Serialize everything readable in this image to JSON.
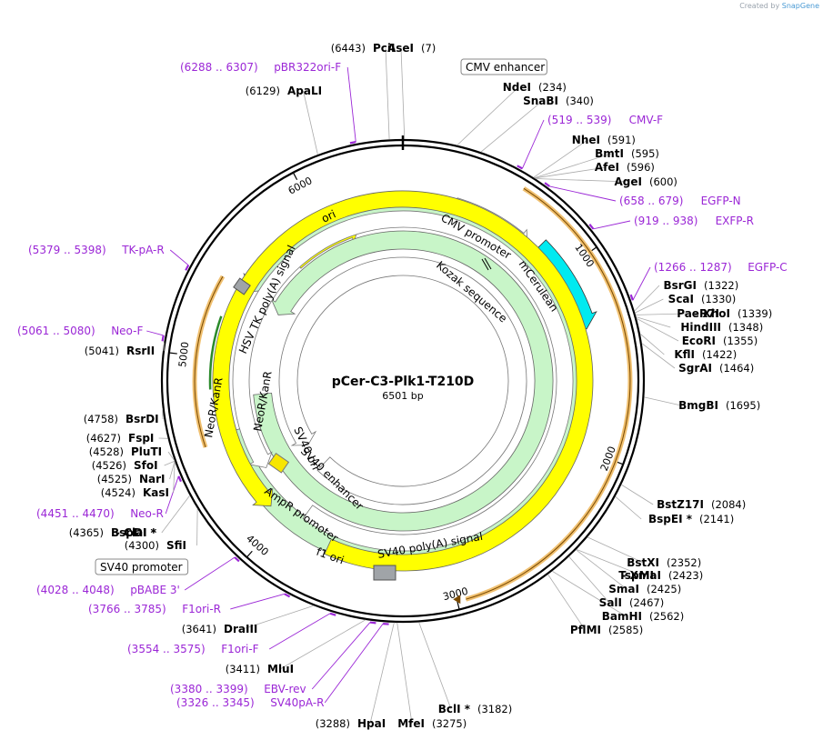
{
  "app": {
    "credit_prefix": "Created by",
    "credit_brand": "SnapGene"
  },
  "plasmid": {
    "name": "pCer-C3-Plk1-T210D",
    "length_label": "6501 bp",
    "length": 6501
  },
  "ticks": [
    {
      "pos": 1000,
      "label": "1000"
    },
    {
      "pos": 2000,
      "label": "2000"
    },
    {
      "pos": 3000,
      "label": "3000"
    },
    {
      "pos": 4000,
      "label": "4000"
    },
    {
      "pos": 5000,
      "label": "5000"
    },
    {
      "pos": 6000,
      "label": "6000"
    }
  ],
  "restriction_sites": [
    {
      "name": "PciI",
      "pos": "(6443)",
      "side": "L"
    },
    {
      "name": "AseI",
      "pos": "(7)",
      "side": "R"
    },
    {
      "name": "NdeI",
      "pos": "(234)",
      "side": "R"
    },
    {
      "name": "SnaBI",
      "pos": "(340)",
      "side": "R"
    },
    {
      "name": "NheI",
      "pos": "(591)",
      "side": "R"
    },
    {
      "name": "BmtI",
      "pos": "(595)",
      "side": "R"
    },
    {
      "name": "AfeI",
      "pos": "(596)",
      "side": "R"
    },
    {
      "name": "AgeI",
      "pos": "(600)",
      "side": "R"
    },
    {
      "name": "BsrGI",
      "pos": "(1322)",
      "side": "R"
    },
    {
      "name": "ScaI",
      "pos": "(1330)",
      "side": "R"
    },
    {
      "name": "PaeR7I",
      "pos": "",
      "side": "R"
    },
    {
      "name": "- XhoI",
      "pos": "(1339)",
      "side": "R"
    },
    {
      "name": "HindIII",
      "pos": "(1348)",
      "side": "R"
    },
    {
      "name": "EcoRI",
      "pos": "(1355)",
      "side": "R"
    },
    {
      "name": "KflI",
      "pos": "(1422)",
      "side": "R"
    },
    {
      "name": "SgrAI",
      "pos": "(1464)",
      "side": "R"
    },
    {
      "name": "BmgBI",
      "pos": "(1695)",
      "side": "R"
    },
    {
      "name": "BstZ17I",
      "pos": "(2084)",
      "side": "R"
    },
    {
      "name": "BspEI *",
      "pos": "(2141)",
      "side": "R"
    },
    {
      "name": "BstXI",
      "pos": "(2352)",
      "side": "R"
    },
    {
      "name": "TspMI",
      "pos": "",
      "side": "R"
    },
    {
      "name": "- XmaI",
      "pos": "(2423)",
      "side": "R"
    },
    {
      "name": "SmaI",
      "pos": "(2425)",
      "side": "R"
    },
    {
      "name": "SalI",
      "pos": "(2467)",
      "side": "R"
    },
    {
      "name": "BamHI",
      "pos": "(2562)",
      "side": "R"
    },
    {
      "name": "PflMI",
      "pos": "(2585)",
      "side": "R"
    },
    {
      "name": "BclI *",
      "pos": "(3182)",
      "side": "R"
    },
    {
      "name": "MfeI",
      "pos": "(3275)",
      "side": "R"
    },
    {
      "name": "HpaI",
      "pos": "(3288)",
      "side": "L"
    },
    {
      "name": "MluI",
      "pos": "(3411)",
      "side": "L"
    },
    {
      "name": "DraIII",
      "pos": "(3641)",
      "side": "L"
    },
    {
      "name": "SfiI",
      "pos": "(4300)",
      "side": "L"
    },
    {
      "name": "BspDI *",
      "pos": "(4365)",
      "side": "L"
    },
    {
      "name": "- ClaI *",
      "pos": "",
      "side": "L"
    },
    {
      "name": "KasI",
      "pos": "(4524)",
      "side": "L"
    },
    {
      "name": "NarI",
      "pos": "(4525)",
      "side": "L"
    },
    {
      "name": "SfoI",
      "pos": "(4526)",
      "side": "L"
    },
    {
      "name": "PluTI",
      "pos": "(4528)",
      "side": "L"
    },
    {
      "name": "FspI",
      "pos": "(4627)",
      "side": "L"
    },
    {
      "name": "BsrDI",
      "pos": "(4758)",
      "side": "L"
    },
    {
      "name": "RsrII",
      "pos": "(5041)",
      "side": "L"
    },
    {
      "name": "ApaLI",
      "pos": "(6129)",
      "side": "L"
    }
  ],
  "primers": [
    {
      "name": "pBR322ori-F",
      "range": "(6288 .. 6307)"
    },
    {
      "name": "CMV-F",
      "range": "(519 .. 539)"
    },
    {
      "name": "EGFP-N",
      "range": "(658 .. 679)"
    },
    {
      "name": "EXFP-R",
      "range": "(919 .. 938)"
    },
    {
      "name": "EGFP-C",
      "range": "(1266 .. 1287)"
    },
    {
      "name": "TK-pA-R",
      "range": "(5379 .. 5398)"
    },
    {
      "name": "Neo-F",
      "range": "(5061 .. 5080)"
    },
    {
      "name": "Neo-R",
      "range": "(4451 .. 4470)"
    },
    {
      "name": "pBABE 3'",
      "range": "(4028 .. 4048)"
    },
    {
      "name": "F1ori-R",
      "range": "(3766 .. 3785)"
    },
    {
      "name": "F1ori-F",
      "range": "(3554 .. 3575)"
    },
    {
      "name": "EBV-rev",
      "range": "(3380 .. 3399)"
    },
    {
      "name": "SV40pA-R",
      "range": "(3326 .. 3345)"
    }
  ],
  "features": [
    {
      "name": "CMV enhancer"
    },
    {
      "name": "CMV promoter"
    },
    {
      "name": "mCerulean"
    },
    {
      "name": "Kozak sequence"
    },
    {
      "name": "ori"
    },
    {
      "name": "HSV TK poly(A) signal"
    },
    {
      "name": "NeoR/KanR"
    },
    {
      "name": "NeoR/KanR"
    },
    {
      "name": "SV40 ori"
    },
    {
      "name": "SV40 enhancer"
    },
    {
      "name": "AmpR promoter"
    },
    {
      "name": "f1 ori"
    },
    {
      "name": "SV40 poly(A) signal"
    },
    {
      "name": "SV40 promoter"
    }
  ],
  "colors": {
    "primer": "#9b27d6",
    "ori": "#ffff00",
    "mCerulean": "#00eaf0",
    "neo": "#c8f5c8",
    "orf_highlight": "#f0c070",
    "gray_box": "#a0a4a8",
    "yellow_box": "#f7e600"
  }
}
